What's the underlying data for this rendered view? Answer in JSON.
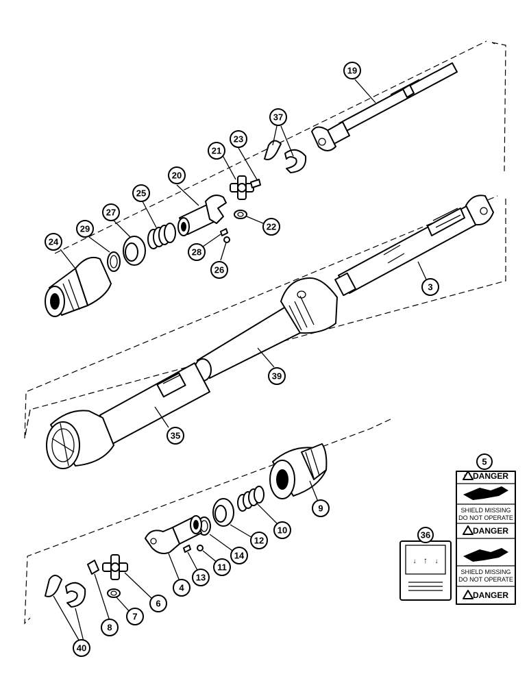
{
  "callouts": {
    "c3": "3",
    "c4": "4",
    "c5": "5",
    "c6": "6",
    "c7": "7",
    "c8": "8",
    "c9": "9",
    "c10": "10",
    "c11": "11",
    "c12": "12",
    "c13": "13",
    "c14": "14",
    "c19": "19",
    "c20": "20",
    "c21": "21",
    "c22": "22",
    "c23": "23",
    "c24": "24",
    "c25": "25",
    "c26": "26",
    "c27": "27",
    "c28": "28",
    "c29": "29",
    "c35": "35",
    "c36": "36",
    "c37": "37",
    "c39": "39",
    "c40": "40"
  },
  "decal_5": {
    "danger_1": "DANGER",
    "shield_1a": "SHIELD MISSING",
    "shield_1b": "DO NOT OPERATE",
    "danger_2": "DANGER",
    "shield_2a": "SHIELD MISSING",
    "shield_2b": "DO NOT OPERATE",
    "danger_3": "DANGER"
  }
}
